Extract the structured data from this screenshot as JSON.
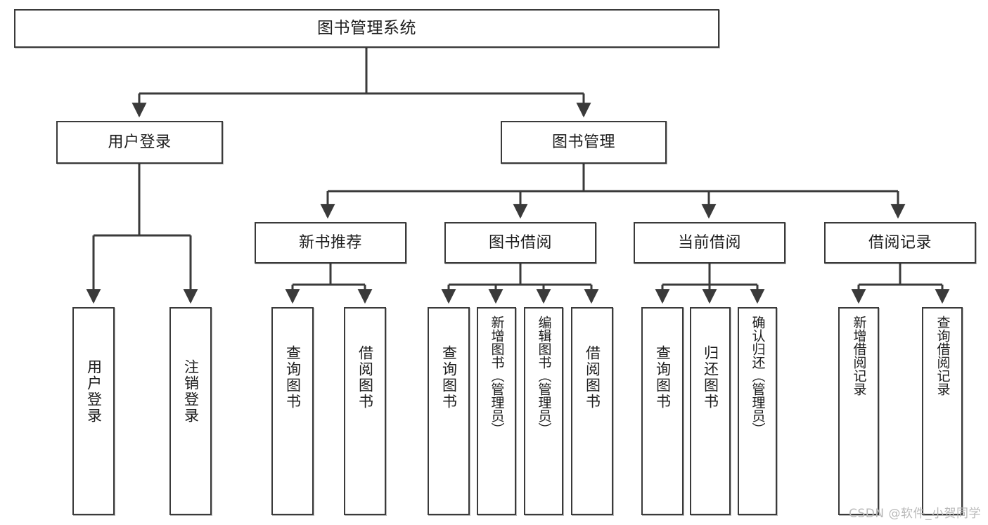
{
  "diagram": {
    "title": "图书管理系统",
    "watermark": "CSDN @软件_小贺同学",
    "line_color": "#3a3a3a",
    "box_fill": "#ffffff",
    "text_color": "#1c1c1c",
    "level2": [
      {
        "label": "用户登录"
      },
      {
        "label": "图书管理"
      }
    ],
    "level3": [
      {
        "label": "新书推荐"
      },
      {
        "label": "图书借阅"
      },
      {
        "label": "当前借阅"
      },
      {
        "label": "借阅记录"
      }
    ],
    "leaves": {
      "user_login": [
        {
          "label": "用户登录"
        },
        {
          "label": "注销登录"
        }
      ],
      "new_book": [
        {
          "label": "查询图书"
        },
        {
          "label": "借阅图书"
        }
      ],
      "borrow_book": [
        {
          "label": "查询图书"
        },
        {
          "label": "新增图书（管理员）"
        },
        {
          "label": "编辑图书（管理员）"
        },
        {
          "label": "借阅图书"
        }
      ],
      "current_borrow": [
        {
          "label": "查询图书"
        },
        {
          "label": "归还图书"
        },
        {
          "label": "确认归还（管理员）"
        }
      ],
      "borrow_record": [
        {
          "label": "新增借阅记录"
        },
        {
          "label": "查询借阅记录"
        }
      ]
    }
  }
}
